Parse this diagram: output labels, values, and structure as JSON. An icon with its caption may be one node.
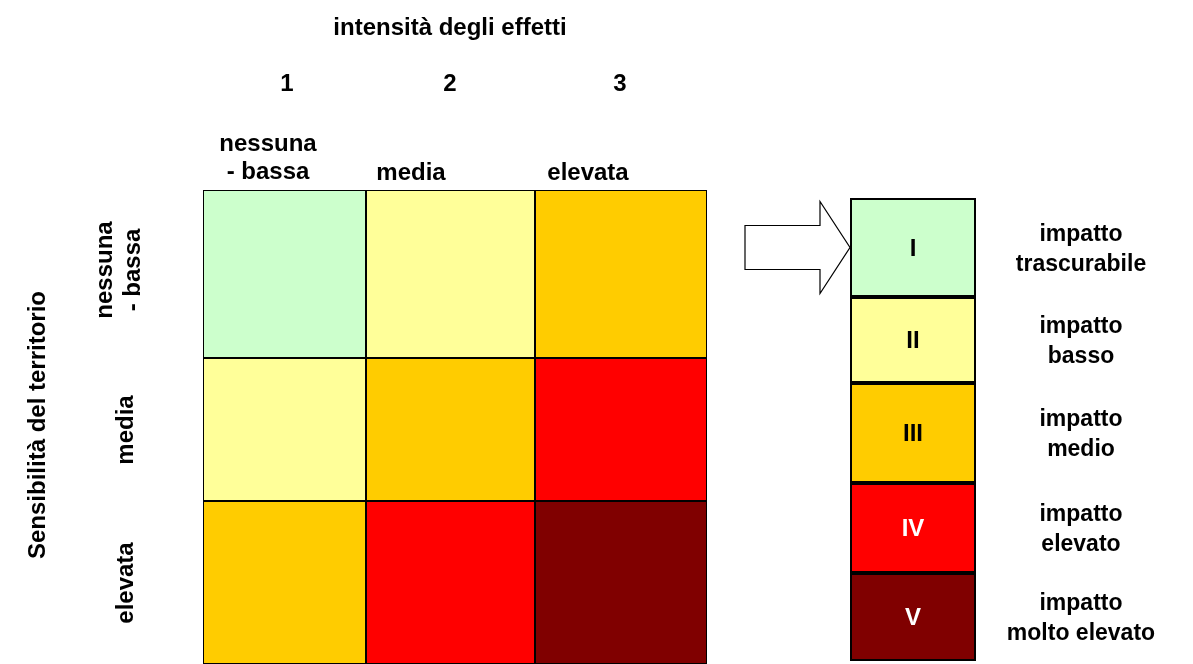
{
  "diagram": {
    "nodes": [
      {
        "text": [],
        "shape": "box"
      },
      {
        "text": [],
        "shape": "box"
      },
      {
        "text": [],
        "shape": "box"
      },
      {
        "text": [],
        "shape": "box"
      },
      {
        "text": [],
        "shape": "box"
      },
      {
        "text": [],
        "shape": "box"
      },
      {
        "text": [],
        "shape": "box"
      },
      {
        "text": [],
        "shape": "box"
      },
      {
        "text": [],
        "shape": "box"
      },
      {
        "text": [
          "I"
        ],
        "beside": [
          "impatto trascurabile"
        ]
      },
      {
        "text": [
          "II"
        ],
        "beside": [
          "impatto basso"
        ]
      },
      {
        "text": [
          "III"
        ],
        "beside": [
          "impatto medio"
        ]
      },
      {
        "text": [
          "IV"
        ],
        "beside": [
          "impatto elevato"
        ]
      },
      {
        "text": [
          "V"
        ],
        "beside": [
          "impatto molto elevato"
        ]
      }
    ],
    "edges": [
      {
        "from": null,
        "to": 9,
        "arrow": "to"
      }
    ],
    "labels": [
      "intensità degli effetti",
      "1",
      "2",
      "3",
      "nessuna - bassa",
      "media",
      "elevata",
      "Sensibilità del territorio",
      "nessuna - bassa",
      "media",
      "elevata"
    ]
  }
}
